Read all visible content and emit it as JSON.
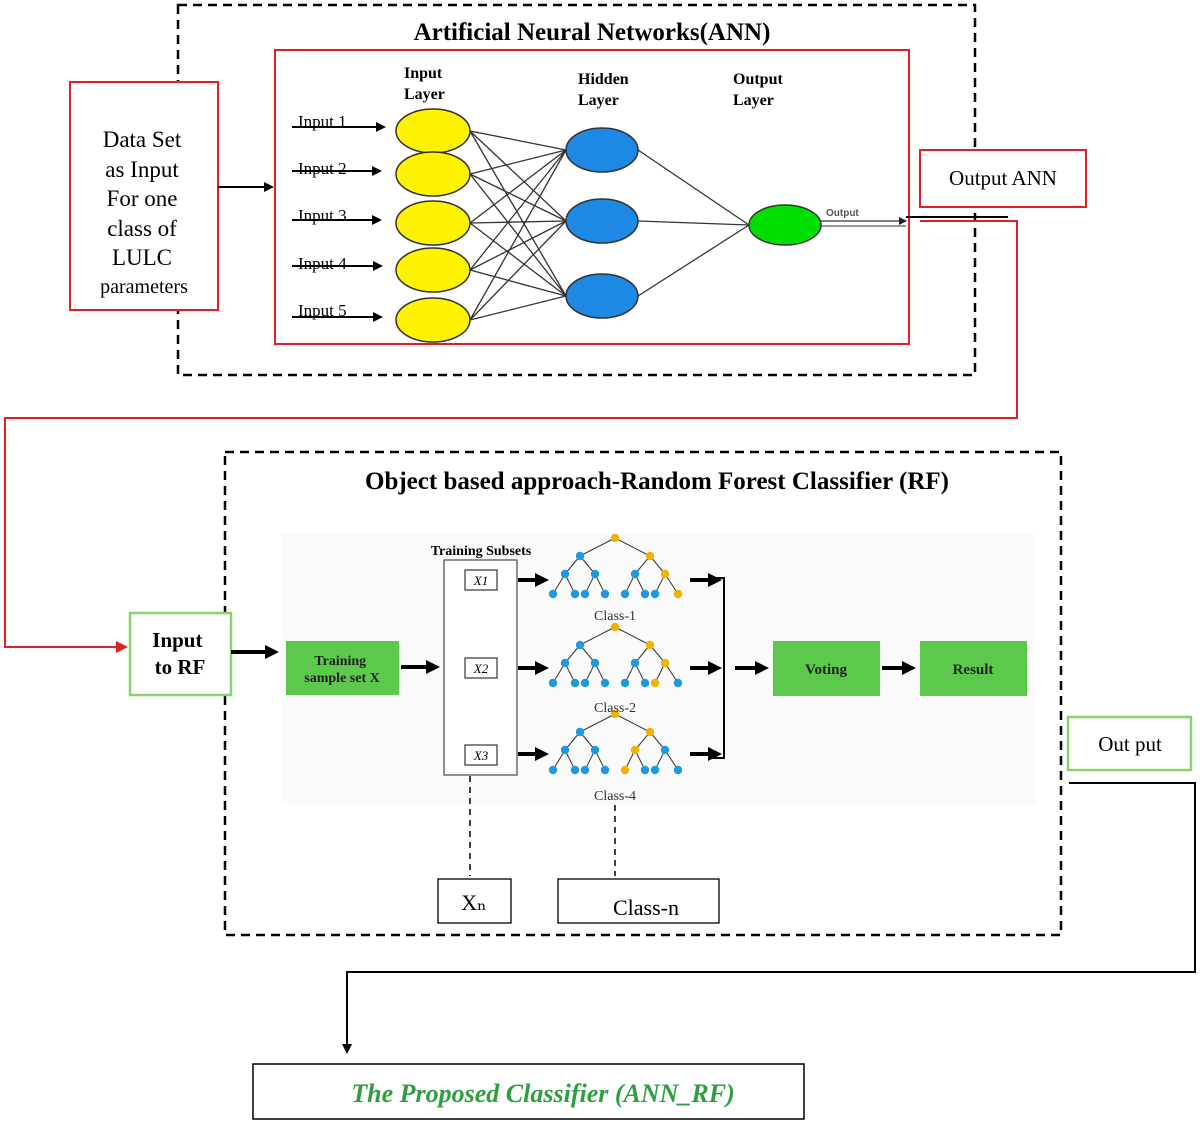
{
  "ann": {
    "title": "Artificial Neural Networks(ANN)",
    "input_layer_label": [
      "Input",
      "Layer"
    ],
    "hidden_layer_label": [
      "Hidden",
      "Layer"
    ],
    "output_layer_label": [
      "Output",
      "Layer"
    ],
    "inputs": [
      "Input 1",
      "Input 2",
      "Input 3",
      "Input 4",
      "Input 5"
    ],
    "output_arrow_label": "Output",
    "output_box": "Output ANN"
  },
  "dataset_box": [
    "Data Set",
    "as Input",
    "For one",
    "class of",
    "LULC",
    "parameters"
  ],
  "rf": {
    "title": "Object based approach-Random Forest Classifier (RF)",
    "input_box": [
      "Input",
      "to RF"
    ],
    "training_sample": [
      "Training",
      "sample set X"
    ],
    "training_subsets_label": "Training Subsets",
    "subsets": [
      "X1",
      "X2",
      "X3"
    ],
    "classes": [
      "Class-1",
      "Class-2",
      "Class-4"
    ],
    "voting": "Voting",
    "result": "Result",
    "xn_box": "Xₙ",
    "class_n_box": "Class-n",
    "output_box": "Out put"
  },
  "final_box": "The Proposed Classifier (ANN_RF)",
  "colors": {
    "red": "#e31e24",
    "green_box": "#5cc94c",
    "green_border": "#8bd16a",
    "node_yellow": "#fff200",
    "node_blue": "#1e88e5",
    "node_green": "#00e000",
    "tree_blue": "#1e9ae0",
    "tree_orange": "#f0b400",
    "final_text": "#2e9e3e"
  }
}
